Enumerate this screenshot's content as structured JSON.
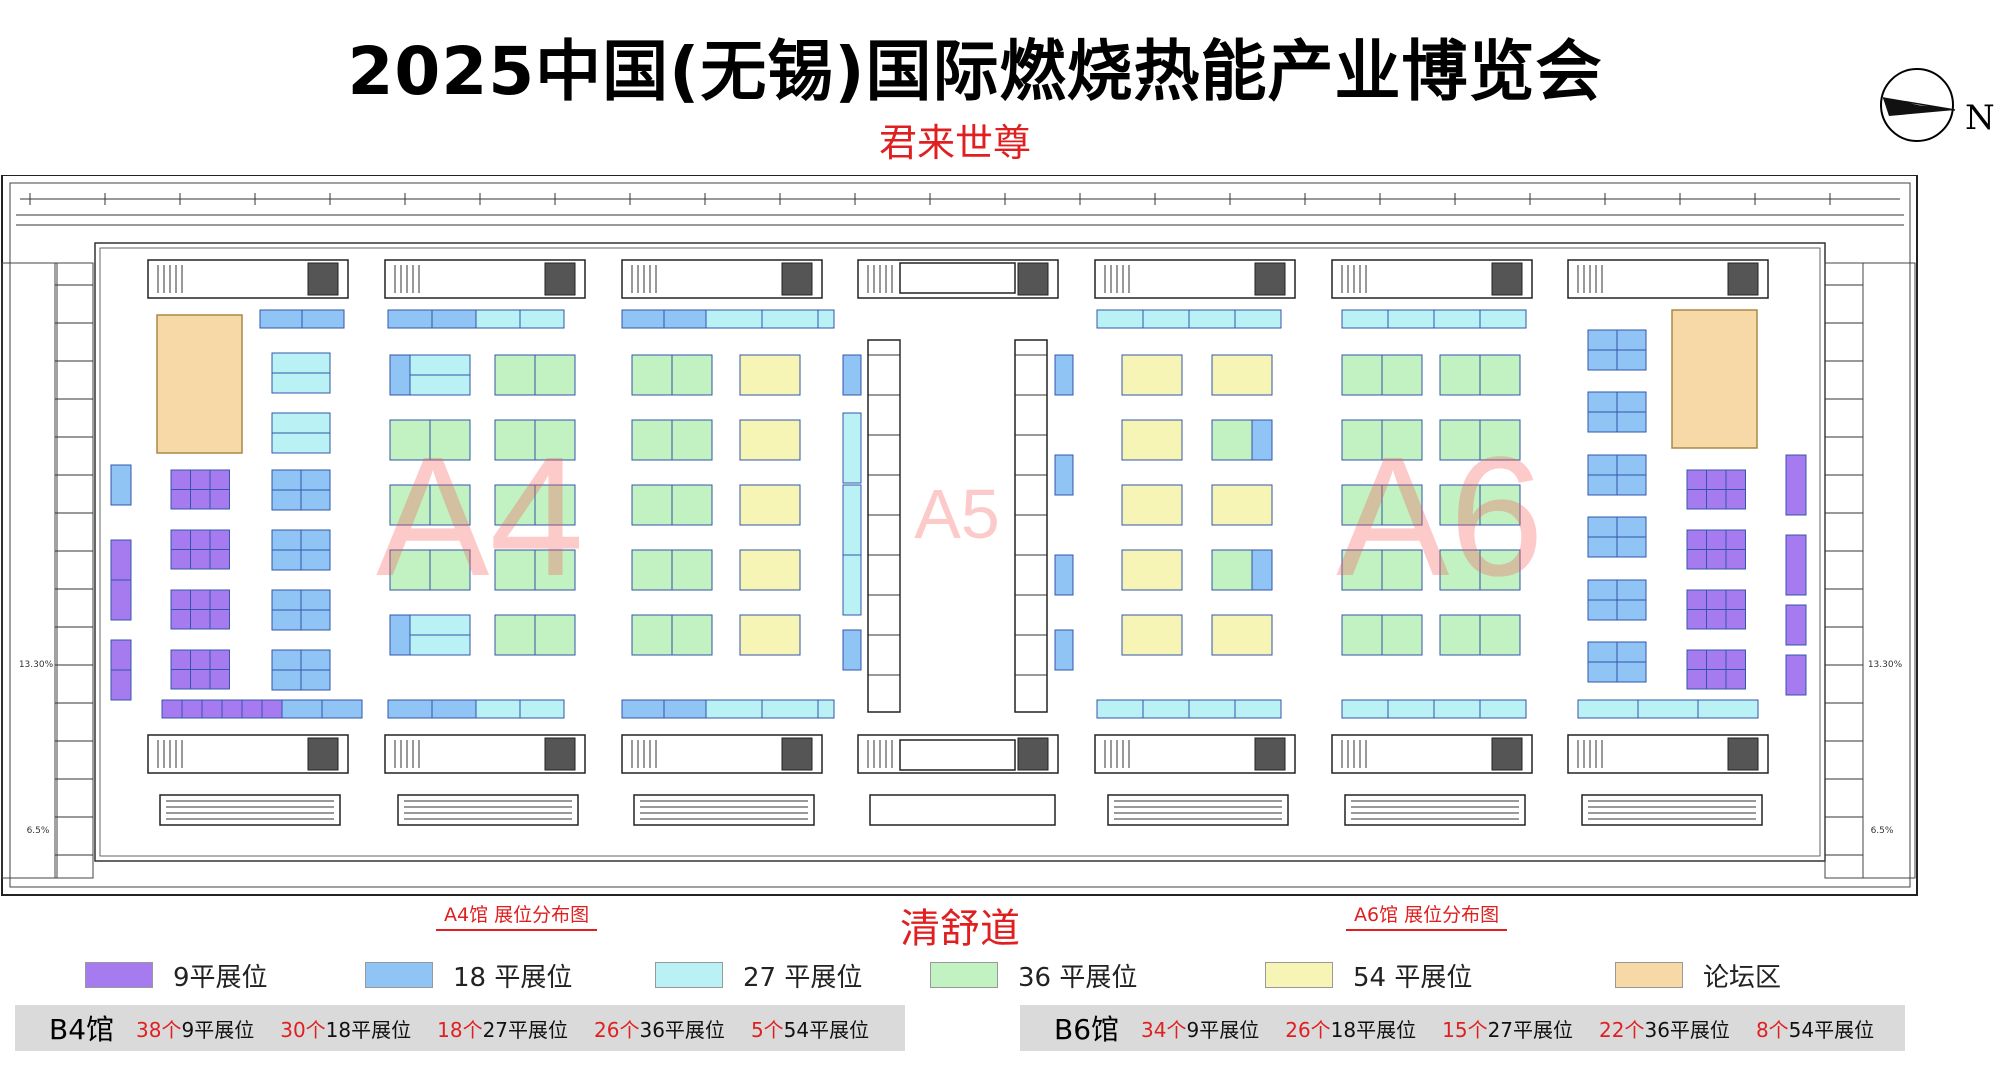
{
  "title": "2025中国(无锡)国际燃烧热能产业博览会",
  "subtitle": "君来世尊",
  "compass": {
    "direction": "N",
    "icon": "north-arrow-icon"
  },
  "halls": [
    {
      "name": "A4",
      "legend_title": "A4馆 展位分布图"
    },
    {
      "name": "A5"
    },
    {
      "name": "A6",
      "legend_title": "A6馆 展位分布图"
    }
  ],
  "road": "清舒道",
  "dimension_labels": {
    "left": "13.30%",
    "right": "13.30%",
    "left_bottom": "6.5%",
    "right_bottom": "6.5%"
  },
  "legend": [
    {
      "label": "9平展位",
      "color": "#a77bf0"
    },
    {
      "label": "18 平展位",
      "color": "#8fc4f5"
    },
    {
      "label": "27 平展位",
      "color": "#b9f1f5"
    },
    {
      "label": "36 平展位",
      "color": "#c2f1c2"
    },
    {
      "label": "54 平展位",
      "color": "#f6f5b6"
    },
    {
      "label": "论坛区",
      "color": "#f7d9a7"
    }
  ],
  "summaries": [
    {
      "hall": "B4馆",
      "items": [
        {
          "count": "38个",
          "type": "9平展位"
        },
        {
          "count": "30个",
          "type": "18平展位"
        },
        {
          "count": "18个",
          "type": "27平展位"
        },
        {
          "count": "26个",
          "type": "36平展位"
        },
        {
          "count": "5个",
          "type": "54平展位"
        }
      ]
    },
    {
      "hall": "B6馆",
      "items": [
        {
          "count": "34个",
          "type": "9平展位"
        },
        {
          "count": "26个",
          "type": "18平展位"
        },
        {
          "count": "15个",
          "type": "27平展位"
        },
        {
          "count": "22个",
          "type": "36平展位"
        },
        {
          "count": "8个",
          "type": "54平展位"
        }
      ]
    }
  ]
}
